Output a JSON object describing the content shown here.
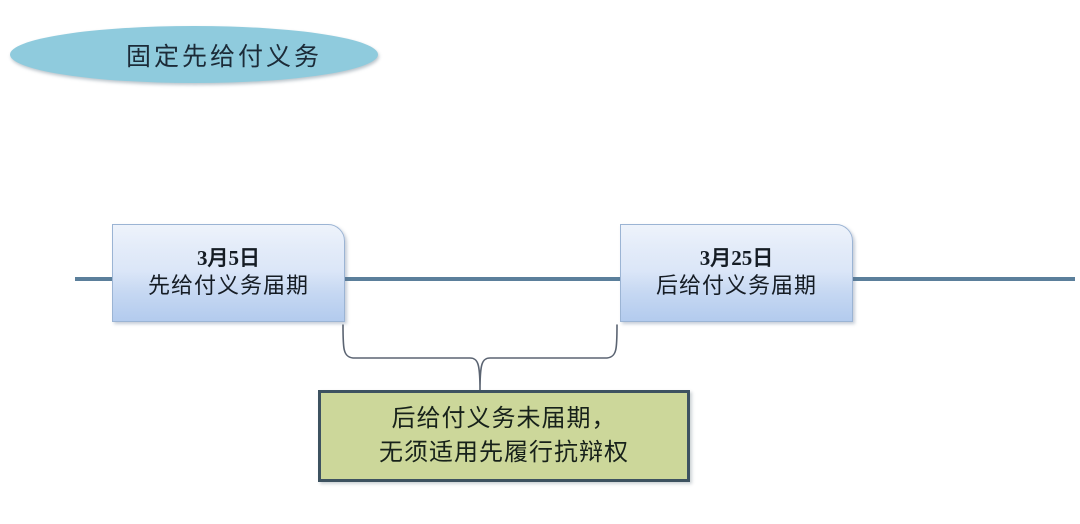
{
  "diagram": {
    "title": "固定先给付义务",
    "title_shape": "ellipse",
    "title_fill": "#8fcbdd",
    "timeline": {
      "name": "timeline-axis",
      "color": "#5b7f9b"
    },
    "milestones": [
      {
        "id": "milestone-first-obligation",
        "date": "3月5日",
        "description": "先给付义务届期",
        "fill_top": "#eef3fb",
        "fill_bottom": "#b3cbee",
        "border": "#9bb4d4"
      },
      {
        "id": "milestone-second-obligation",
        "date": "3月25日",
        "description": "后给付义务届期",
        "fill_top": "#eef3fb",
        "fill_bottom": "#b3cbee",
        "border": "#9bb4d4"
      }
    ],
    "connector": {
      "name": "curly-brace-connector",
      "color": "#5b6472"
    },
    "note": {
      "id": "note-conclusion",
      "line_1": "后给付义务未届期，",
      "line_2": "无须适用先履行抗辩权",
      "fill": "#ccd79a",
      "border": "#3d5260"
    }
  }
}
